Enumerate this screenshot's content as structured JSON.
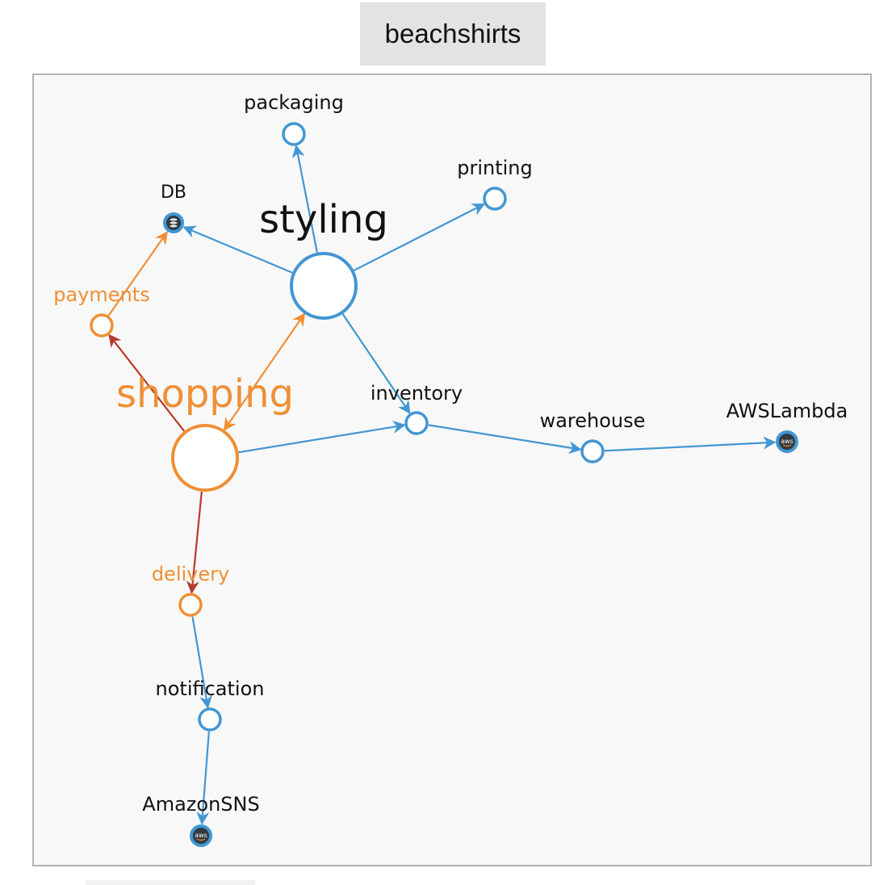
{
  "header": {
    "title": "beachshirts"
  },
  "colors": {
    "blue": "#4296d3",
    "orange": "#ef8f35",
    "red": "#b8392a",
    "aws_dark": "#333a40"
  },
  "nodes": [
    {
      "id": "styling",
      "label": "styling",
      "color": "blue",
      "kind": "service"
    },
    {
      "id": "shopping",
      "label": "shopping",
      "color": "orange",
      "kind": "service"
    },
    {
      "id": "packaging",
      "label": "packaging",
      "color": "blue",
      "kind": "service"
    },
    {
      "id": "printing",
      "label": "printing",
      "color": "blue",
      "kind": "service"
    },
    {
      "id": "db",
      "label": "DB",
      "color": "blue",
      "kind": "database",
      "icon": "database-icon"
    },
    {
      "id": "payments",
      "label": "payments",
      "color": "orange",
      "kind": "service"
    },
    {
      "id": "inventory",
      "label": "inventory",
      "color": "blue",
      "kind": "service"
    },
    {
      "id": "warehouse",
      "label": "warehouse",
      "color": "blue",
      "kind": "service"
    },
    {
      "id": "awslambda",
      "label": "AWSLambda",
      "color": "blue",
      "kind": "aws",
      "icon": "aws-icon",
      "badge": "aws"
    },
    {
      "id": "delivery",
      "label": "delivery",
      "color": "orange",
      "kind": "service"
    },
    {
      "id": "notification",
      "label": "notification",
      "color": "blue",
      "kind": "service"
    },
    {
      "id": "amazonsns",
      "label": "AmazonSNS",
      "color": "blue",
      "kind": "aws",
      "icon": "aws-icon",
      "badge": "aws"
    }
  ],
  "edges": [
    {
      "from": "styling",
      "to": "packaging",
      "color": "blue"
    },
    {
      "from": "styling",
      "to": "printing",
      "color": "blue"
    },
    {
      "from": "styling",
      "to": "db",
      "color": "blue"
    },
    {
      "from": "styling",
      "to": "inventory",
      "color": "blue"
    },
    {
      "from": "shopping",
      "to": "styling",
      "color": "orange",
      "bidirectional": true
    },
    {
      "from": "shopping",
      "to": "payments",
      "color": "red"
    },
    {
      "from": "payments",
      "to": "db",
      "color": "orange"
    },
    {
      "from": "shopping",
      "to": "inventory",
      "color": "blue"
    },
    {
      "from": "shopping",
      "to": "delivery",
      "color": "red"
    },
    {
      "from": "inventory",
      "to": "warehouse",
      "color": "blue"
    },
    {
      "from": "warehouse",
      "to": "awslambda",
      "color": "blue"
    },
    {
      "from": "delivery",
      "to": "notification",
      "color": "blue"
    },
    {
      "from": "notification",
      "to": "amazonsns",
      "color": "blue"
    }
  ]
}
